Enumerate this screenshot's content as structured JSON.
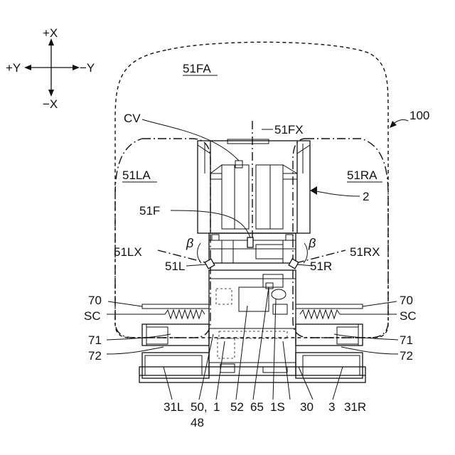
{
  "axes": {
    "plus_x": "+X",
    "minus_x": "−X",
    "plus_y": "+Y",
    "minus_y": "−Y"
  },
  "labels": {
    "fa": "51FA",
    "la": "51LA",
    "ra": "51RA",
    "fx": "51FX",
    "lx": "51LX",
    "rx": "51RX",
    "cv": "CV",
    "f": "51F",
    "l": "51L",
    "r": "51R",
    "beta_left": "β",
    "beta_right": "β",
    "n100": "100",
    "n2": "2",
    "n70_left": "70",
    "n70_right": "70",
    "sc_left": "SC",
    "sc_right": "SC",
    "n71_left": "71",
    "n71_right": "71",
    "n72_left": "72",
    "n72_right": "72",
    "n31l": "31L",
    "n50": "50,",
    "n48": "48",
    "n1": "1",
    "n52": "52",
    "n65": "65",
    "n1s": "1S",
    "n30": "30",
    "n3": "3",
    "n31r": "31R"
  }
}
